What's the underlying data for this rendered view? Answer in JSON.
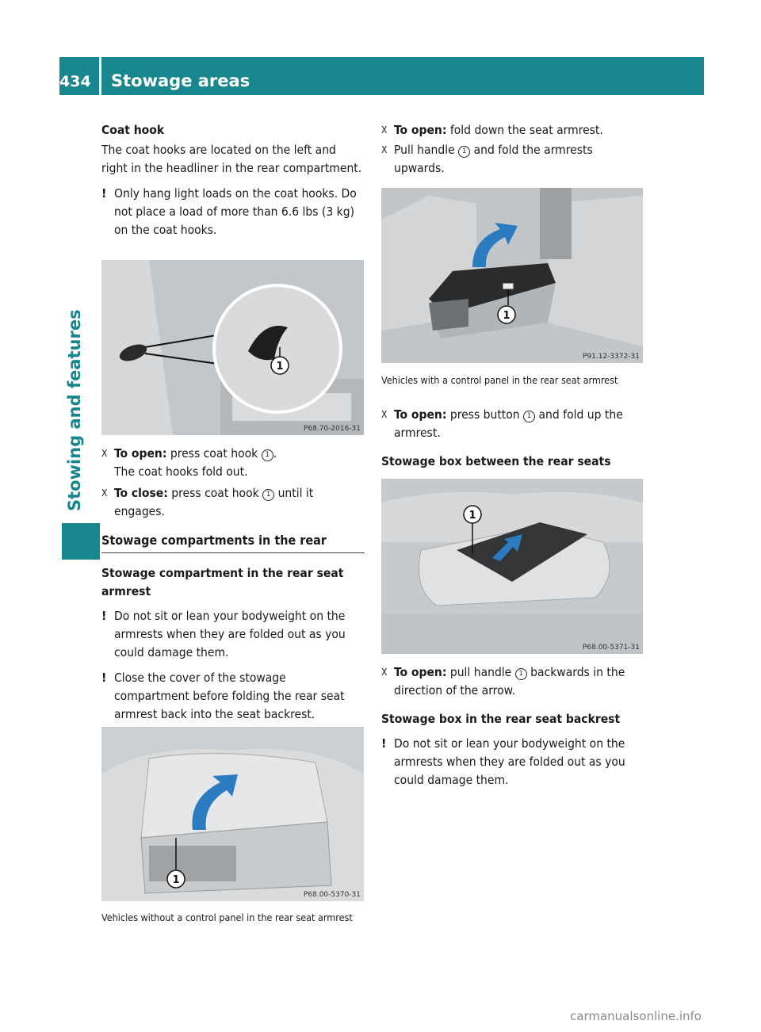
{
  "header": {
    "page_number": "434",
    "section_title": "Stowage areas"
  },
  "side_tab": {
    "label": "Stowing and features"
  },
  "left_column": {
    "coat_hook_heading": "Coat hook",
    "coat_hook_text": "The coat hooks are located on the left and right in the headliner in the rear compartment.",
    "coat_hook_warning": "Only hang light loads on the coat hooks. Do not place a load of more than 6.6 lbs (3 kg) on the coat hooks.",
    "figure1_code": "P68.70-2016-31",
    "figure1_callout": "1",
    "step_open_label": "To open:",
    "step_open_text": "press coat hook",
    "step_open_suffix": ".",
    "step_open_result": "The coat hooks fold out.",
    "step_close_label": "To close:",
    "step_close_text": "press coat hook",
    "step_close_suffix": "until it engages.",
    "compartments_heading": "Stowage compartments in the rear",
    "armrest_heading": "Stowage compartment in the rear seat armrest",
    "armrest_warning1": "Do not sit or lean your bodyweight on the armrests when they are folded out as you could damage them.",
    "armrest_warning2": "Close the cover of the stowage compartment before folding the rear seat armrest back into the seat backrest.",
    "figure2_code": "P68.00-5370-31",
    "figure2_callout": "1",
    "figure2_caption": "Vehicles without a control panel in the rear seat armrest"
  },
  "right_column": {
    "step1_label": "To open:",
    "step1_text": "fold down the seat armrest.",
    "step2_text_before": "Pull handle",
    "step2_text_after": "and fold the armrests upwards.",
    "figure3_code": "P91.12-3372-31",
    "figure3_callout": "1",
    "figure3_caption": "Vehicles with a control panel in the rear seat armrest",
    "step3_label": "To open:",
    "step3_text_before": "press button",
    "step3_text_after": "and fold up the armrest.",
    "box_rear_seats_heading": "Stowage box between the rear seats",
    "figure4_code": "P68.00-5371-31",
    "figure4_callout": "1",
    "step4_label": "To open:",
    "step4_text_before": "pull handle",
    "step4_text_after": "backwards in the direction of the arrow.",
    "box_backrest_heading": "Stowage box in the rear seat backrest",
    "backrest_warning": "Do not sit or lean your bodyweight on the armrests when they are folded out as you could damage them."
  },
  "step_marker": "X",
  "warning_marker": "!",
  "callout_number": "1",
  "footer": {
    "watermark": "carmanualsonline.info"
  },
  "colors": {
    "accent": "#17868d",
    "photo_bg": "#bfc3c6"
  }
}
